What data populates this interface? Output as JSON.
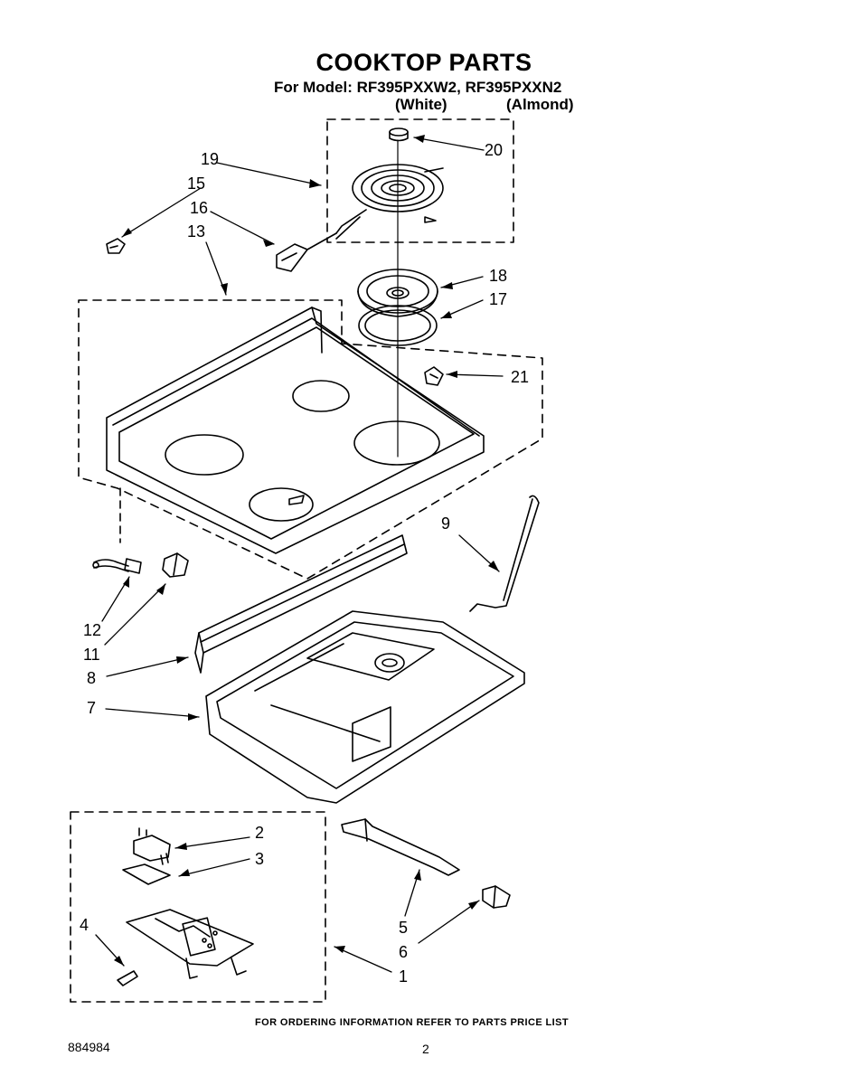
{
  "header": {
    "title": "COOKTOP PARTS",
    "model_line": "For Model: RF395PXXW2, RF395PXXN2",
    "color_white": "(White)",
    "color_almond": "(Almond)"
  },
  "callouts": {
    "c1": "1",
    "c2": "2",
    "c3": "3",
    "c4": "4",
    "c5": "5",
    "c6": "6",
    "c7": "7",
    "c8": "8",
    "c9": "9",
    "c11": "11",
    "c12": "12",
    "c13": "13",
    "c15": "15",
    "c16": "16",
    "c17": "17",
    "c18": "18",
    "c19": "19",
    "c20": "20",
    "c21": "21"
  },
  "footer": {
    "ordering_note": "FOR ORDERING INFORMATION REFER TO PARTS PRICE LIST",
    "document_number": "884984",
    "page_number": "2"
  }
}
